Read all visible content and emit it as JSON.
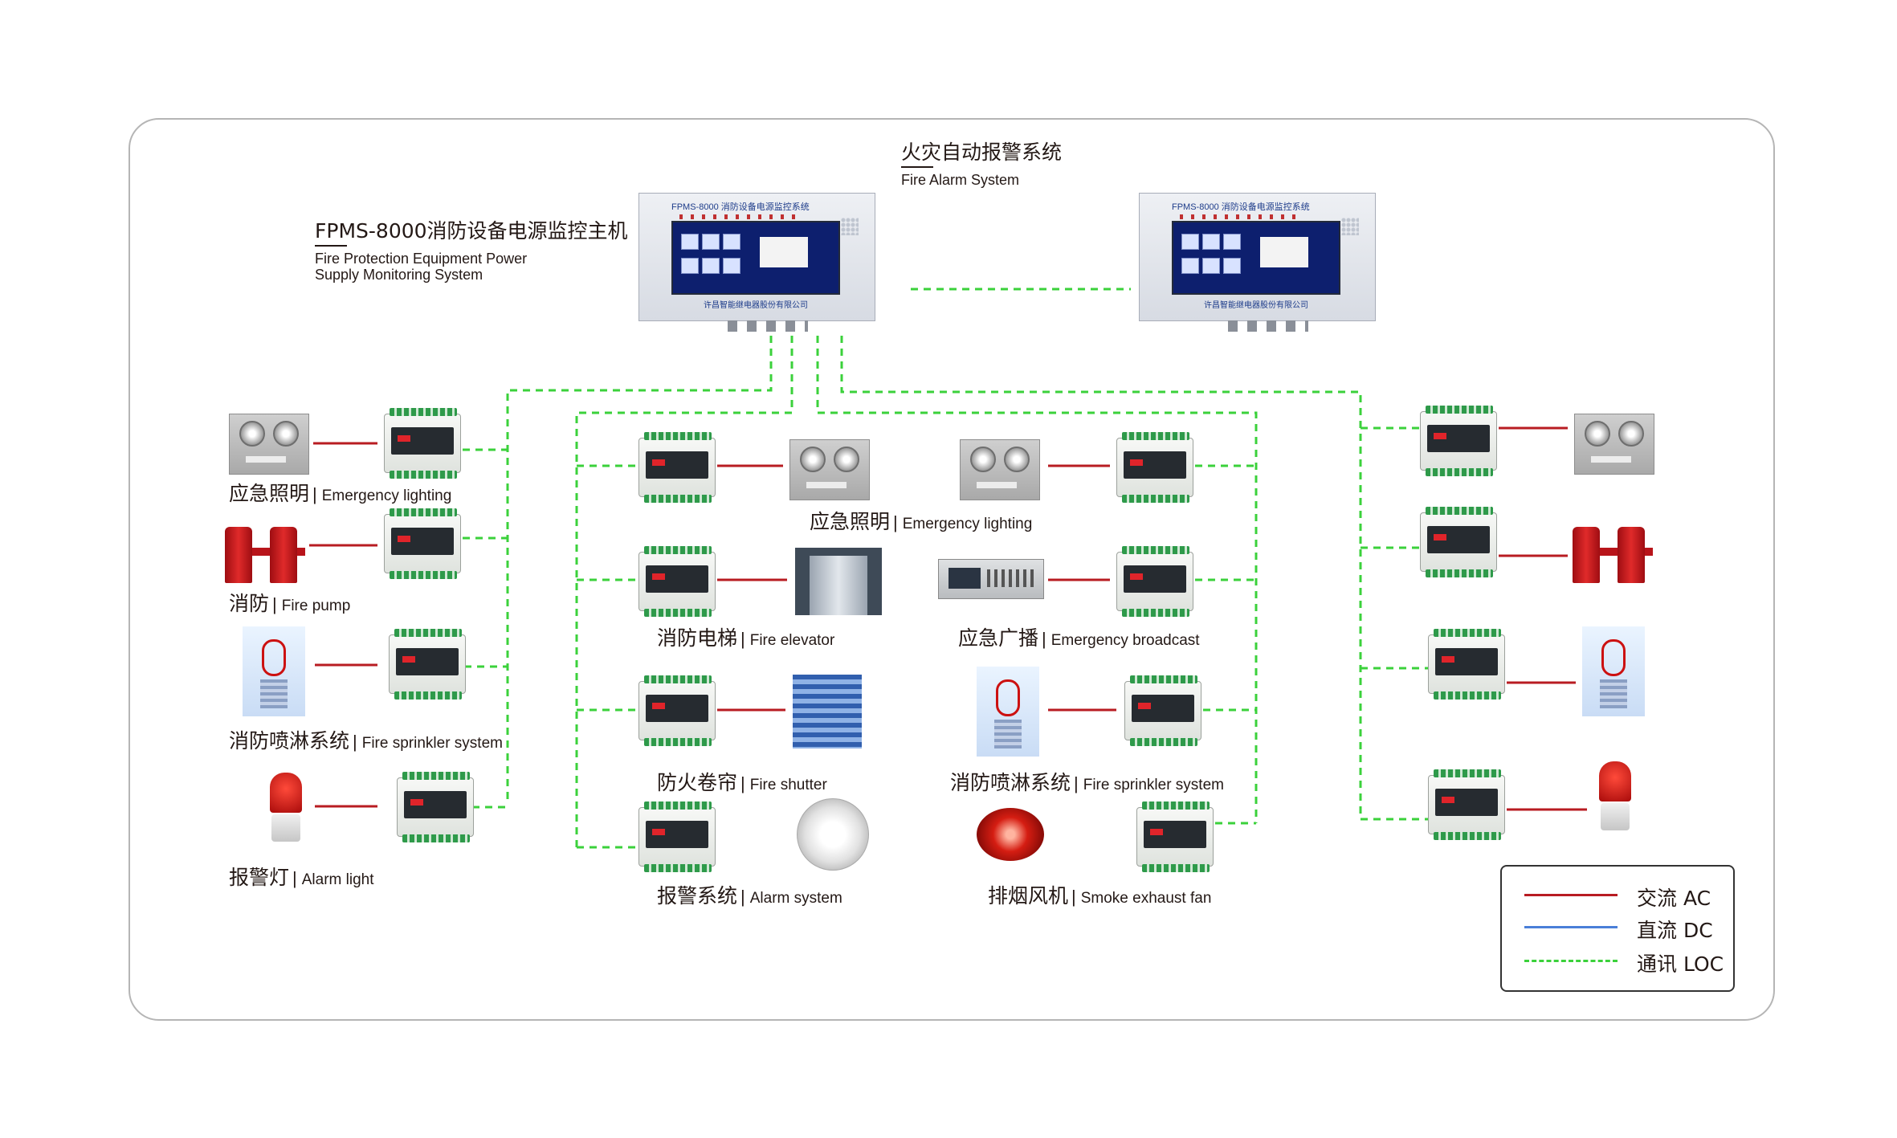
{
  "colors": {
    "ac": "#b81c22",
    "dc": "#4a7fd8",
    "loc": "#3bd13b",
    "frame": "#b5b5b5"
  },
  "fire_alarm_system": {
    "cn": "火灾自动报警系统",
    "en": "Fire Alarm System"
  },
  "host": {
    "title": "FPMS-8000消防设备电源监控主机",
    "subtitle_line1": "Fire Protection Equipment Power",
    "subtitle_line2": "Supply Monitoring System",
    "brand": "FPMS-8000 消防设备电源监控系统",
    "company": "许昌智能继电器股份有限公司"
  },
  "labels": {
    "left": [
      {
        "cn": "应急照明",
        "en": "Emergency lighting"
      },
      {
        "cn": "消防",
        "en": "Fire pump"
      },
      {
        "cn": "消防喷淋系统",
        "en": "Fire sprinkler system"
      },
      {
        "cn": "报警灯",
        "en": "Alarm light"
      }
    ],
    "center_left": [
      {
        "cn": "消防电梯",
        "en": "Fire elevator"
      },
      {
        "cn": "防火卷帘",
        "en": "Fire shutter"
      },
      {
        "cn": "报警系统",
        "en": "Alarm system"
      }
    ],
    "center_right": [
      {
        "cn": "应急照明",
        "en": "Emergency lighting"
      },
      {
        "cn": "应急广播",
        "en": "Emergency broadcast"
      },
      {
        "cn": "消防喷淋系统",
        "en": "Fire sprinkler system"
      },
      {
        "cn": "排烟风机",
        "en": "Smoke exhaust fan"
      }
    ],
    "separator": "|"
  },
  "legend": {
    "ac": "交流 AC",
    "dc": "直流 DC",
    "loc": "通讯 LOC"
  }
}
